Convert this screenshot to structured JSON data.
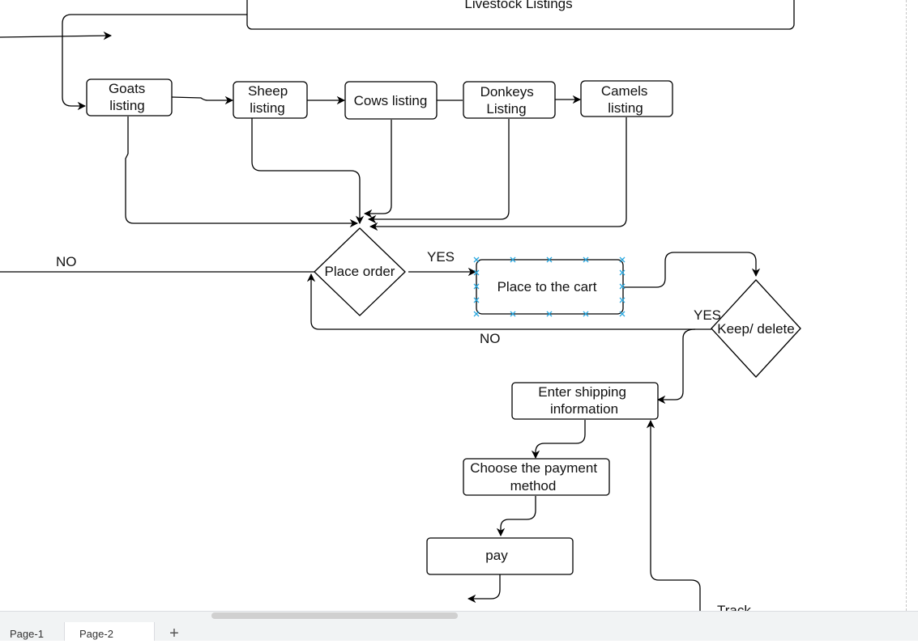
{
  "diagram": {
    "nodes": {
      "livestock_listings": "Livestock Listings",
      "goats": [
        "Goats",
        "listing"
      ],
      "sheep": [
        "Sheep",
        "listing"
      ],
      "cows": "Cows listing",
      "donkeys": [
        "Donkeys",
        "Listing"
      ],
      "camels": [
        "Camels",
        "listing"
      ],
      "place_order": "Place order",
      "place_to_cart": "Place to the cart",
      "keep_delete": "Keep/ delete",
      "shipping": [
        "Enter shipping",
        "information"
      ],
      "payment": [
        "Choose the payment",
        "method"
      ],
      "pay": "pay",
      "track": "Track"
    },
    "edge_labels": {
      "no_left": "NO",
      "yes_order": "YES",
      "yes_keep": "YES",
      "no_keep": "NO"
    }
  },
  "page_tabs": [
    "Page-1",
    "Page-2"
  ],
  "add_page_label": "+"
}
